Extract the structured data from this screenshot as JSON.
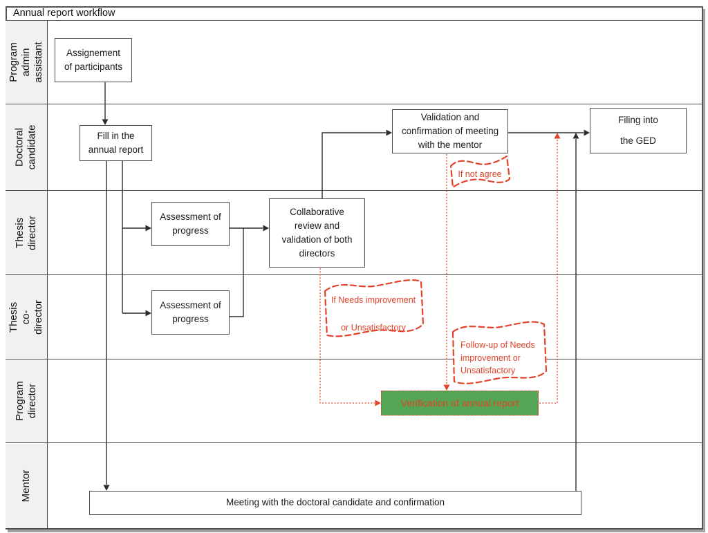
{
  "title": "Annual report workflow",
  "lanes": [
    {
      "label": "Program admin\nassistant"
    },
    {
      "label": "Doctoral\ncandidate"
    },
    {
      "label": "Thesis director"
    },
    {
      "label": "Thesis co-\ndirector"
    },
    {
      "label": "Program\ndirector"
    },
    {
      "label": "Mentor"
    }
  ],
  "nodes": {
    "assignment": "Assignement\nof participants",
    "fill_report": "Fill in the\nannual report",
    "validation": "Validation and\nconfirmation of meeting\nwith the mentor",
    "filing": "Filing into\nthe GED",
    "assessment_director": "Assessment of\nprogress",
    "collaborative": "Collaborative\nreview and\nvalidation of both\ndirectors",
    "assessment_codirector": "Assessment of\nprogress",
    "verification": "Verification of annual report",
    "meeting": "Meeting with the doctoral candidate and confirmation"
  },
  "annotations": {
    "if_not_agree": "If not agree",
    "needs_improvement": "If Needs improvement\nor Unsatisfactory",
    "follow_up": "Follow-up  of Needs\nimprovement  or\nUnsatisfactory"
  },
  "colors": {
    "red": "#e2432a",
    "green": "#55a556",
    "line": "#2e2e2e",
    "lane_bg": "#f1f1f1"
  }
}
